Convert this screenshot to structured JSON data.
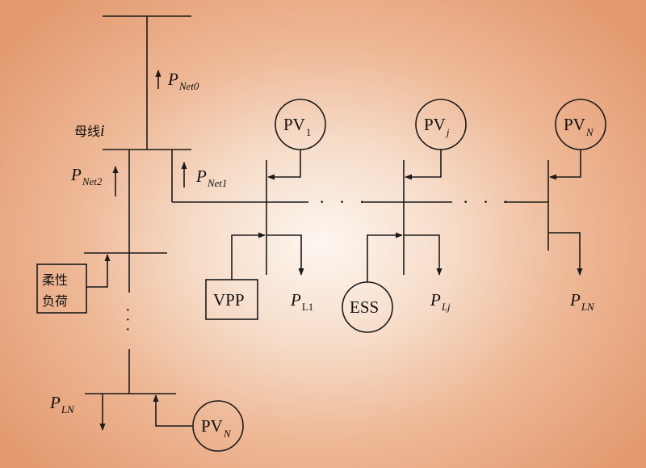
{
  "labels": {
    "p_net0": {
      "main": "P",
      "sub": "Net0"
    },
    "p_net1": {
      "main": "P",
      "sub": "Net1"
    },
    "p_net2": {
      "main": "P",
      "sub": "Net2"
    },
    "bus": {
      "text": "母线",
      "var": "i"
    },
    "flex_load": {
      "line1": "柔性",
      "line2": "负荷"
    },
    "pv_1": {
      "main": "PV",
      "sub": "1"
    },
    "pv_j": {
      "main": "PV",
      "sub": "j"
    },
    "pv_n_top": {
      "main": "PV",
      "sub": "N"
    },
    "pv_n_bottom": {
      "main": "PV",
      "sub": "N"
    },
    "vpp": "VPP",
    "ess": "ESS",
    "p_l1": {
      "main": "P",
      "sub": "L1"
    },
    "p_lj": {
      "main": "P",
      "sub": "Lj"
    },
    "p_ln_right": {
      "main": "P",
      "sub": "LN"
    },
    "p_ln_left": {
      "main": "P",
      "sub": "LN"
    },
    "ellipsis": "· · ·"
  }
}
